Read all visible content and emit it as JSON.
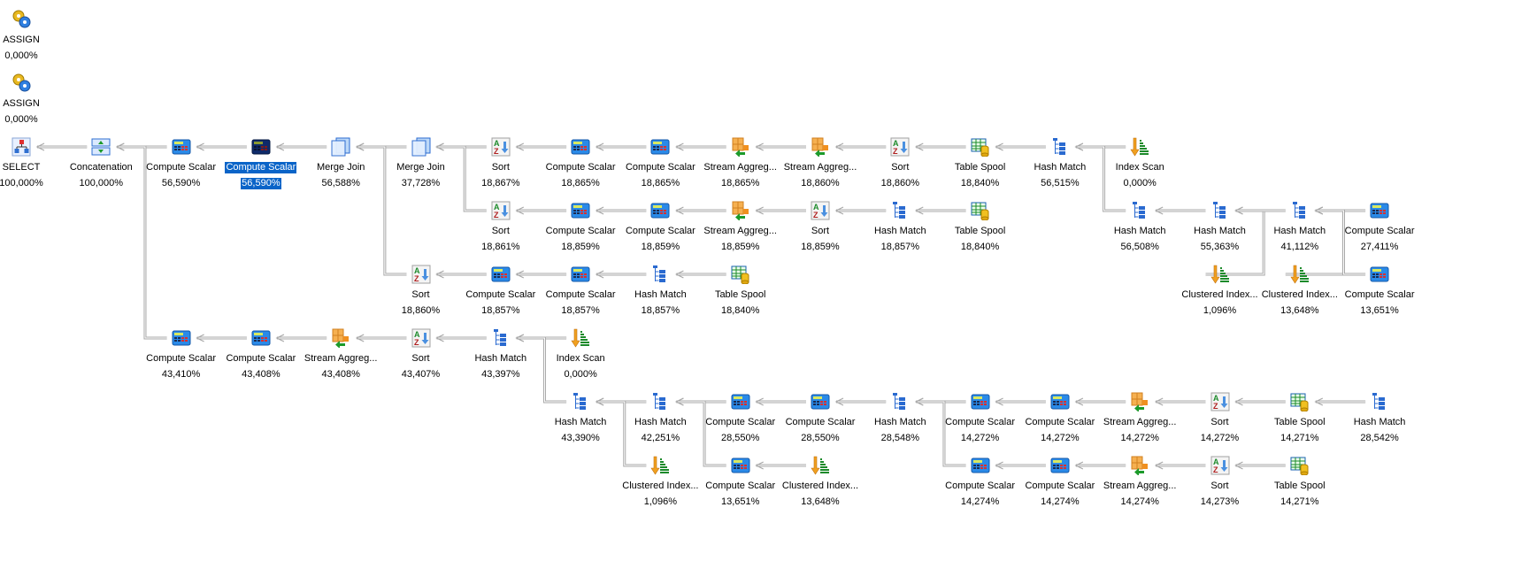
{
  "title": "Execution plan",
  "colors": {
    "selection": "#0a64c8",
    "connector": "#a8a8a8"
  },
  "nodes": [
    {
      "id": "n0",
      "label": "ASSIGN",
      "cost": "0,000%",
      "icon": "assign-icon",
      "col": 0,
      "row": -2
    },
    {
      "id": "n1",
      "label": "ASSIGN",
      "cost": "0,000%",
      "icon": "assign-icon",
      "col": 0,
      "row": -1
    },
    {
      "id": "n2",
      "label": "SELECT",
      "cost": "100,000%",
      "icon": "select-icon",
      "col": 0,
      "row": 0
    },
    {
      "id": "n3",
      "label": "Concatenation",
      "cost": "100,000%",
      "icon": "concatenation-icon",
      "col": 1,
      "row": 0
    },
    {
      "id": "n4",
      "label": "Compute Scalar",
      "cost": "56,590%",
      "icon": "compute-scalar-icon",
      "col": 2,
      "row": 0
    },
    {
      "id": "n5",
      "label": "Compute Scalar",
      "cost": "56,590%",
      "icon": "compute-scalar-icon",
      "col": 3,
      "row": 0,
      "selected": true
    },
    {
      "id": "n6",
      "label": "Merge Join",
      "cost": "56,588%",
      "icon": "merge-join-icon",
      "col": 4,
      "row": 0
    },
    {
      "id": "n7",
      "label": "Merge Join",
      "cost": "37,728%",
      "icon": "merge-join-icon",
      "col": 5,
      "row": 0
    },
    {
      "id": "n8",
      "label": "Sort",
      "cost": "18,867%",
      "icon": "sort-icon",
      "col": 6,
      "row": 0
    },
    {
      "id": "n9",
      "label": "Compute Scalar",
      "cost": "18,865%",
      "icon": "compute-scalar-icon",
      "col": 7,
      "row": 0
    },
    {
      "id": "n10",
      "label": "Compute Scalar",
      "cost": "18,865%",
      "icon": "compute-scalar-icon",
      "col": 8,
      "row": 0
    },
    {
      "id": "n11",
      "label": "Stream Aggreg...",
      "cost": "18,865%",
      "icon": "stream-aggregate-icon",
      "col": 9,
      "row": 0
    },
    {
      "id": "n12",
      "label": "Stream Aggreg...",
      "cost": "18,860%",
      "icon": "stream-aggregate-icon",
      "col": 10,
      "row": 0
    },
    {
      "id": "n13",
      "label": "Sort",
      "cost": "18,860%",
      "icon": "sort-icon",
      "col": 11,
      "row": 0
    },
    {
      "id": "n14",
      "label": "Table Spool",
      "cost": "18,840%",
      "icon": "table-spool-icon",
      "col": 12,
      "row": 0
    },
    {
      "id": "n15",
      "label": "Hash Match",
      "cost": "56,515%",
      "icon": "hash-match-icon",
      "col": 13,
      "row": 0
    },
    {
      "id": "n16",
      "label": "Index Scan",
      "cost": "0,000%",
      "icon": "index-scan-icon",
      "col": 14,
      "row": 0
    },
    {
      "id": "n17",
      "label": "Sort",
      "cost": "18,861%",
      "icon": "sort-icon",
      "col": 6,
      "row": 1
    },
    {
      "id": "n18",
      "label": "Compute Scalar",
      "cost": "18,859%",
      "icon": "compute-scalar-icon",
      "col": 7,
      "row": 1
    },
    {
      "id": "n19",
      "label": "Compute Scalar",
      "cost": "18,859%",
      "icon": "compute-scalar-icon",
      "col": 8,
      "row": 1
    },
    {
      "id": "n20",
      "label": "Stream Aggreg...",
      "cost": "18,859%",
      "icon": "stream-aggregate-icon",
      "col": 9,
      "row": 1
    },
    {
      "id": "n21",
      "label": "Sort",
      "cost": "18,859%",
      "icon": "sort-icon",
      "col": 10,
      "row": 1
    },
    {
      "id": "n22",
      "label": "Hash Match",
      "cost": "18,857%",
      "icon": "hash-match-icon",
      "col": 11,
      "row": 1
    },
    {
      "id": "n23",
      "label": "Table Spool",
      "cost": "18,840%",
      "icon": "table-spool-icon",
      "col": 12,
      "row": 1
    },
    {
      "id": "n24",
      "label": "Hash Match",
      "cost": "56,508%",
      "icon": "hash-match-icon",
      "col": 14,
      "row": 1
    },
    {
      "id": "n25",
      "label": "Hash Match",
      "cost": "55,363%",
      "icon": "hash-match-icon",
      "col": 15,
      "row": 1
    },
    {
      "id": "n26",
      "label": "Hash Match",
      "cost": "41,112%",
      "icon": "hash-match-icon",
      "col": 16,
      "row": 1
    },
    {
      "id": "n27",
      "label": "Compute Scalar",
      "cost": "27,411%",
      "icon": "compute-scalar-icon",
      "col": 17,
      "row": 1
    },
    {
      "id": "n28",
      "label": "Sort",
      "cost": "18,860%",
      "icon": "sort-icon",
      "col": 5,
      "row": 2
    },
    {
      "id": "n29",
      "label": "Compute Scalar",
      "cost": "18,857%",
      "icon": "compute-scalar-icon",
      "col": 6,
      "row": 2
    },
    {
      "id": "n30",
      "label": "Compute Scalar",
      "cost": "18,857%",
      "icon": "compute-scalar-icon",
      "col": 7,
      "row": 2
    },
    {
      "id": "n31",
      "label": "Hash Match",
      "cost": "18,857%",
      "icon": "hash-match-icon",
      "col": 8,
      "row": 2
    },
    {
      "id": "n32",
      "label": "Table Spool",
      "cost": "18,840%",
      "icon": "table-spool-icon",
      "col": 9,
      "row": 2
    },
    {
      "id": "n33",
      "label": "Clustered Index...",
      "cost": "1,096%",
      "icon": "clustered-index-scan-icon",
      "col": 15,
      "row": 2
    },
    {
      "id": "n34",
      "label": "Clustered Index...",
      "cost": "13,648%",
      "icon": "clustered-index-scan-icon",
      "col": 16,
      "row": 2
    },
    {
      "id": "n35",
      "label": "Compute Scalar",
      "cost": "13,651%",
      "icon": "compute-scalar-icon",
      "col": 17,
      "row": 2
    },
    {
      "id": "n36",
      "label": "Compute Scalar",
      "cost": "43,410%",
      "icon": "compute-scalar-icon",
      "col": 2,
      "row": 3
    },
    {
      "id": "n37",
      "label": "Compute Scalar",
      "cost": "43,408%",
      "icon": "compute-scalar-icon",
      "col": 3,
      "row": 3
    },
    {
      "id": "n38",
      "label": "Stream Aggreg...",
      "cost": "43,408%",
      "icon": "stream-aggregate-icon",
      "col": 4,
      "row": 3
    },
    {
      "id": "n39",
      "label": "Sort",
      "cost": "43,407%",
      "icon": "sort-icon",
      "col": 5,
      "row": 3
    },
    {
      "id": "n40",
      "label": "Hash Match",
      "cost": "43,397%",
      "icon": "hash-match-icon",
      "col": 6,
      "row": 3
    },
    {
      "id": "n41",
      "label": "Index Scan",
      "cost": "0,000%",
      "icon": "index-scan-icon",
      "col": 7,
      "row": 3
    },
    {
      "id": "n42",
      "label": "Hash Match",
      "cost": "43,390%",
      "icon": "hash-match-icon",
      "col": 7,
      "row": 4
    },
    {
      "id": "n43",
      "label": "Hash Match",
      "cost": "42,251%",
      "icon": "hash-match-icon",
      "col": 8,
      "row": 4
    },
    {
      "id": "n44",
      "label": "Compute Scalar",
      "cost": "28,550%",
      "icon": "compute-scalar-icon",
      "col": 9,
      "row": 4
    },
    {
      "id": "n45",
      "label": "Compute Scalar",
      "cost": "28,550%",
      "icon": "compute-scalar-icon",
      "col": 10,
      "row": 4
    },
    {
      "id": "n46",
      "label": "Hash Match",
      "cost": "28,548%",
      "icon": "hash-match-icon",
      "col": 11,
      "row": 4
    },
    {
      "id": "n47",
      "label": "Compute Scalar",
      "cost": "14,272%",
      "icon": "compute-scalar-icon",
      "col": 12,
      "row": 4
    },
    {
      "id": "n48",
      "label": "Compute Scalar",
      "cost": "14,272%",
      "icon": "compute-scalar-icon",
      "col": 13,
      "row": 4
    },
    {
      "id": "n49",
      "label": "Stream Aggreg...",
      "cost": "14,272%",
      "icon": "stream-aggregate-icon",
      "col": 14,
      "row": 4
    },
    {
      "id": "n50",
      "label": "Sort",
      "cost": "14,272%",
      "icon": "sort-icon",
      "col": 15,
      "row": 4
    },
    {
      "id": "n51",
      "label": "Table Spool",
      "cost": "14,271%",
      "icon": "table-spool-icon",
      "col": 16,
      "row": 4
    },
    {
      "id": "n52",
      "label": "Hash Match",
      "cost": "28,542%",
      "icon": "hash-match-icon",
      "col": 17,
      "row": 4
    },
    {
      "id": "n53",
      "label": "Clustered Index...",
      "cost": "1,096%",
      "icon": "clustered-index-scan-icon",
      "col": 8,
      "row": 5
    },
    {
      "id": "n54",
      "label": "Compute Scalar",
      "cost": "13,651%",
      "icon": "compute-scalar-icon",
      "col": 9,
      "row": 5
    },
    {
      "id": "n55",
      "label": "Clustered Index...",
      "cost": "13,648%",
      "icon": "clustered-index-scan-icon",
      "col": 10,
      "row": 5
    },
    {
      "id": "n56",
      "label": "Compute Scalar",
      "cost": "14,274%",
      "icon": "compute-scalar-icon",
      "col": 12,
      "row": 5
    },
    {
      "id": "n57",
      "label": "Compute Scalar",
      "cost": "14,274%",
      "icon": "compute-scalar-icon",
      "col": 13,
      "row": 5
    },
    {
      "id": "n58",
      "label": "Stream Aggreg...",
      "cost": "14,274%",
      "icon": "stream-aggregate-icon",
      "col": 14,
      "row": 5
    },
    {
      "id": "n59",
      "label": "Sort",
      "cost": "14,273%",
      "icon": "sort-icon",
      "col": 15,
      "row": 5
    },
    {
      "id": "n60",
      "label": "Table Spool",
      "cost": "14,271%",
      "icon": "table-spool-icon",
      "col": 16,
      "row": 5
    }
  ],
  "edges": [
    [
      "n3",
      "n2"
    ],
    [
      "n4",
      "n3"
    ],
    [
      "n36",
      "n3"
    ],
    [
      "n5",
      "n4"
    ],
    [
      "n6",
      "n5"
    ],
    [
      "n7",
      "n6"
    ],
    [
      "n28",
      "n6"
    ],
    [
      "n8",
      "n7"
    ],
    [
      "n17",
      "n7"
    ],
    [
      "n9",
      "n8"
    ],
    [
      "n10",
      "n9"
    ],
    [
      "n11",
      "n10"
    ],
    [
      "n12",
      "n11"
    ],
    [
      "n13",
      "n12"
    ],
    [
      "n14",
      "n13"
    ],
    [
      "n15",
      "n14"
    ],
    [
      "n16",
      "n15"
    ],
    [
      "n24",
      "n15"
    ],
    [
      "n18",
      "n17"
    ],
    [
      "n19",
      "n18"
    ],
    [
      "n20",
      "n19"
    ],
    [
      "n21",
      "n20"
    ],
    [
      "n22",
      "n21"
    ],
    [
      "n23",
      "n22"
    ],
    [
      "n25",
      "n24"
    ],
    [
      "n33",
      "n25"
    ],
    [
      "n26",
      "n25"
    ],
    [
      "n34",
      "n26"
    ],
    [
      "n27",
      "n26"
    ],
    [
      "n35",
      "n26"
    ],
    [
      "n29",
      "n28"
    ],
    [
      "n30",
      "n29"
    ],
    [
      "n31",
      "n30"
    ],
    [
      "n32",
      "n31"
    ],
    [
      "n37",
      "n36"
    ],
    [
      "n38",
      "n37"
    ],
    [
      "n39",
      "n38"
    ],
    [
      "n40",
      "n39"
    ],
    [
      "n41",
      "n40"
    ],
    [
      "n42",
      "n40"
    ],
    [
      "n43",
      "n42"
    ],
    [
      "n53",
      "n42"
    ],
    [
      "n44",
      "n43"
    ],
    [
      "n54",
      "n43"
    ],
    [
      "n45",
      "n44"
    ],
    [
      "n46",
      "n45"
    ],
    [
      "n47",
      "n46"
    ],
    [
      "n56",
      "n46"
    ],
    [
      "n48",
      "n47"
    ],
    [
      "n49",
      "n48"
    ],
    [
      "n50",
      "n49"
    ],
    [
      "n51",
      "n50"
    ],
    [
      "n52",
      "n51"
    ],
    [
      "n55",
      "n54"
    ],
    [
      "n57",
      "n56"
    ],
    [
      "n58",
      "n57"
    ],
    [
      "n59",
      "n58"
    ],
    [
      "n60",
      "n59"
    ]
  ]
}
